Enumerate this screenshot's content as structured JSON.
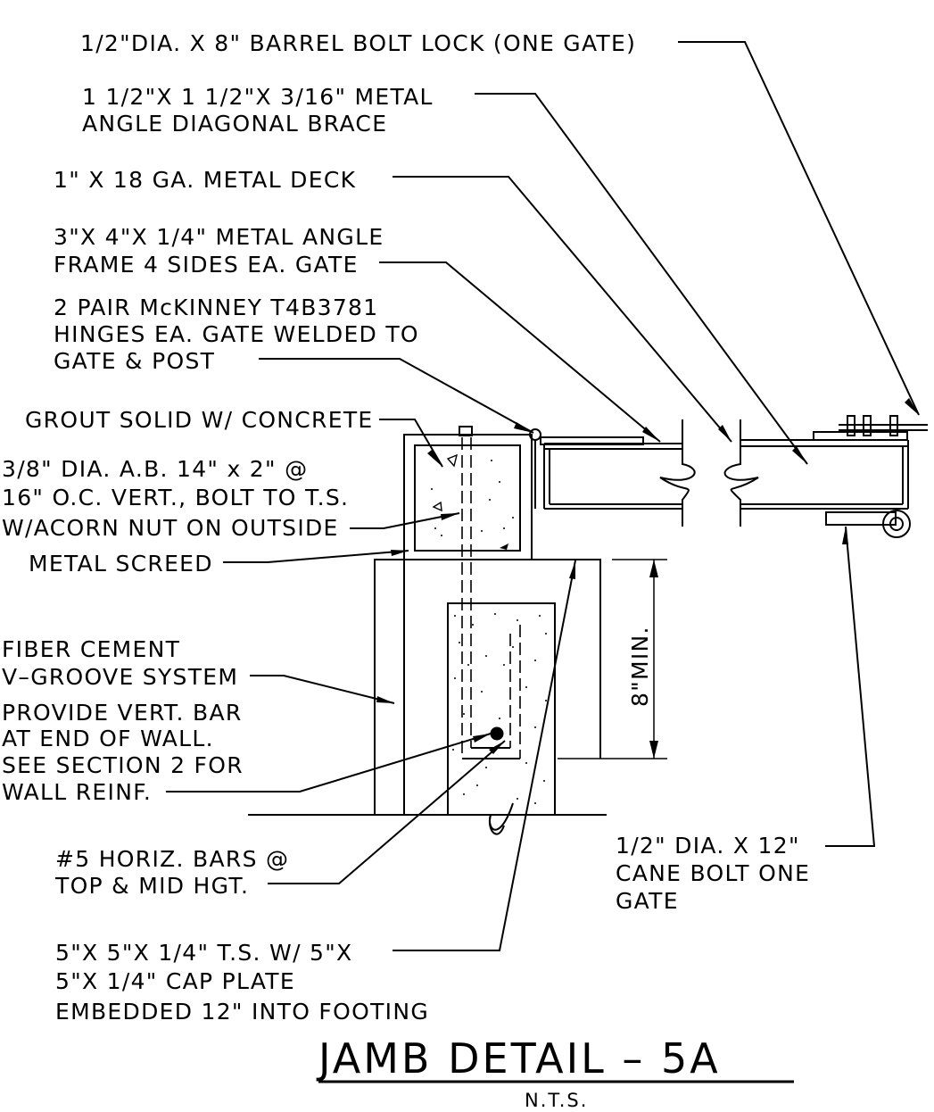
{
  "drawing": {
    "title": "JAMB DETAIL – 5A",
    "scale_note": "N.T.S.",
    "dimension": "8\"MIN.",
    "notes": {
      "barrel_bolt": [
        "1/2\"DIA. X 8\" BARREL BOLT LOCK (ONE GATE)"
      ],
      "diagonal_brace": [
        "1 1/2\"X 1 1/2\"X 3/16\" METAL",
        "ANGLE DIAGONAL BRACE"
      ],
      "metal_deck": [
        "1\" X 18 GA. METAL DECK"
      ],
      "angle_frame": [
        "3\"X 4\"X 1/4\" METAL ANGLE",
        "FRAME 4 SIDES EA. GATE"
      ],
      "hinges": [
        "2 PAIR McKINNEY T4B3781",
        "HINGES EA. GATE WELDED TO",
        "GATE & POST"
      ],
      "grout": [
        "GROUT SOLID W/ CONCRETE"
      ],
      "anchor_bolt": [
        "3/8\" DIA. A.B. 14\" x 2\" @",
        "16\" O.C. VERT., BOLT TO T.S.",
        "W/ACORN NUT ON OUTSIDE"
      ],
      "screed": [
        "METAL SCREED"
      ],
      "fiber_cement": [
        "FIBER CEMENT",
        "V–GROOVE SYSTEM"
      ],
      "vert_bar": [
        "PROVIDE VERT. BAR",
        "AT END OF WALL.",
        "SEE SECTION 2 FOR",
        "WALL REINF."
      ],
      "horiz_bars": [
        "#5 HORIZ. BARS @",
        "TOP & MID HGT."
      ],
      "cane_bolt": [
        "1/2\" DIA. X 12\"",
        "CANE BOLT ONE",
        "GATE"
      ],
      "tube_steel": [
        "5\"X 5\"X 1/4\" T.S. W/ 5\"X",
        "5\"X 1/4\" CAP PLATE",
        "EMBEDDED 12\" INTO FOOTING"
      ]
    }
  }
}
